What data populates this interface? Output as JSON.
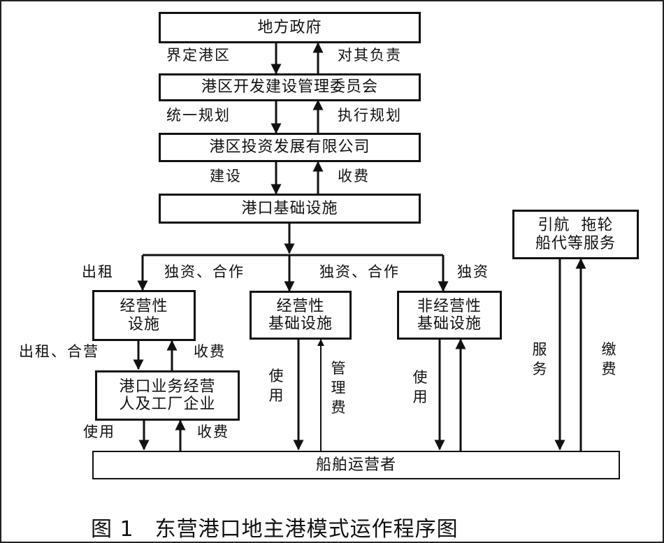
{
  "boxes": {
    "government": "地方政府",
    "committee": "港区开发建设管理委员会",
    "company": "港区投资发展有限公司",
    "infrastructure": "港口基础设施",
    "pilot_line1": "引航  拖轮",
    "pilot_line2": "船代等服务",
    "commercial_line1": "经营性",
    "commercial_line2": "设施",
    "public_line1": "经营性",
    "public_line2": "基础设施",
    "noncommercial_line1": "非经营性",
    "noncommercial_line2": "基础设施",
    "operators_line1": "港口业务经营",
    "operators_line2": "人及工厂企业",
    "shipping": "船舶运营者"
  },
  "labels": {
    "define_zone": "界定港区",
    "responsible": "对其负责",
    "unified_plan": "统一规划",
    "execute_plan": "执行规划",
    "build": "建设",
    "charge_fee": "收费",
    "lease": "出租",
    "sole_joint_left": "独资、合作",
    "sole_joint_mid": "独资、合作",
    "sole_right": "独资",
    "lease_joint": "出租、合营",
    "charge_fee_2": "收费",
    "use_left": "使用",
    "charge_fee_3": "收费",
    "use_mid": "使用",
    "management_fee": "管理费",
    "use_right": "使用",
    "service": "服务",
    "pay_fee": "缴费"
  },
  "caption": {
    "number": "图 1",
    "title": "东营港口地主港模式运作程序图"
  }
}
